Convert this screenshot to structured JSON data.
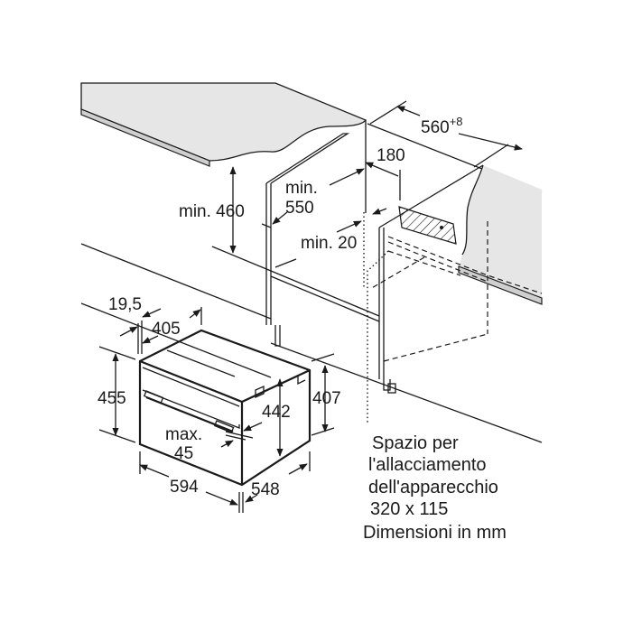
{
  "dimensions": {
    "niche_height_min": "min. 460",
    "niche_depth_min_label": "min.",
    "niche_depth_min_value": "550",
    "gap_min": "min. 20",
    "connection_depth": "180",
    "niche_width": "560",
    "niche_width_tolerance": "+8",
    "front_offset": "19,5",
    "top_depth": "405",
    "total_height": "455",
    "body_height": "442",
    "rear_height": "407",
    "handle_label": "max.",
    "handle_value": "45",
    "total_width": "594",
    "body_depth": "548"
  },
  "note": {
    "lines": [
      "Spazio per",
      "l'allacciamento",
      "dell'apparecchio",
      "320 x 115"
    ],
    "units": "Dimensioni in mm"
  }
}
